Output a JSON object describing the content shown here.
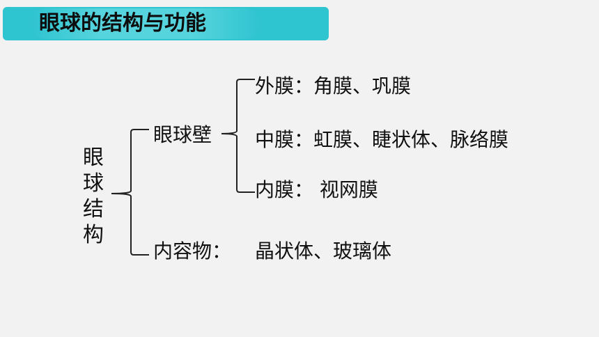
{
  "title": "眼球的结构与功能",
  "root": {
    "chars": [
      "眼",
      "球",
      "结",
      "构"
    ]
  },
  "branches": {
    "wall": {
      "label": "眼球壁",
      "items": [
        {
          "label": "外膜：角膜、巩膜"
        },
        {
          "label": "中膜：虹膜、睫状体、脉络膜"
        },
        {
          "label": "内膜：  视网膜"
        }
      ]
    },
    "contents": {
      "label": "内容物：",
      "value": "晶状体、玻璃体"
    }
  }
}
